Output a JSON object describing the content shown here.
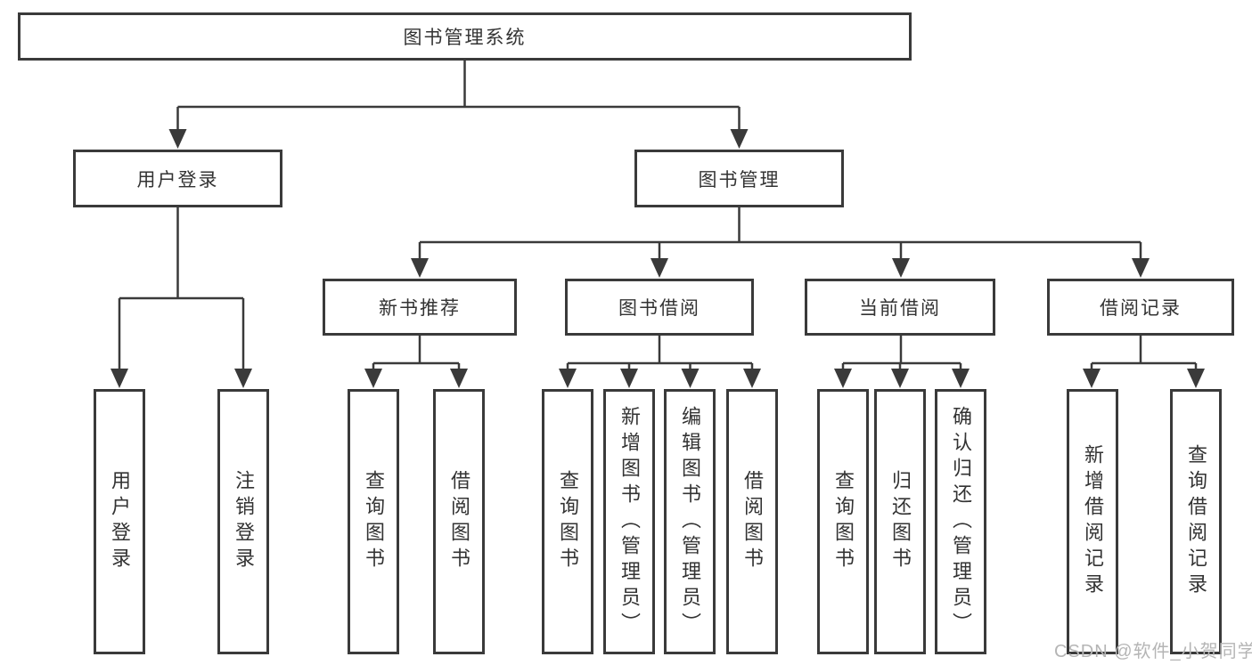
{
  "diagram": {
    "type": "tree",
    "nodes": {
      "root": {
        "label": "图书管理系统"
      },
      "user_login": {
        "label": "用户登录"
      },
      "book_mgmt": {
        "label": "图书管理"
      },
      "new_book_rec": {
        "label": "新书推荐"
      },
      "book_borrow": {
        "label": "图书借阅"
      },
      "current_borrow": {
        "label": "当前借阅"
      },
      "borrow_record": {
        "label": "借阅记录"
      },
      "leaf_login": {
        "label": "用户登录"
      },
      "leaf_logout": {
        "label": "注销登录"
      },
      "rec_query_book": {
        "label": "查询图书"
      },
      "rec_borrow_book": {
        "label": "借阅图书"
      },
      "bor_query_book": {
        "label": "查询图书"
      },
      "bor_add_book": {
        "label": "新增图书（管理员）"
      },
      "bor_edit_book": {
        "label": "编辑图书（管理员）"
      },
      "bor_borrow_book": {
        "label": "借阅图书"
      },
      "cur_query_book": {
        "label": "查询图书"
      },
      "cur_return_book": {
        "label": "归还图书"
      },
      "cur_confirm_return": {
        "label": "确认归还（管理员）"
      },
      "log_add_record": {
        "label": "新增借阅记录"
      },
      "log_query_record": {
        "label": "查询借阅记录"
      }
    },
    "hierarchy": {
      "图书管理系统": [
        "用户登录",
        "图书管理"
      ],
      "用户登录": [
        "用户登录",
        "注销登录"
      ],
      "图书管理": [
        "新书推荐",
        "图书借阅",
        "当前借阅",
        "借阅记录"
      ],
      "新书推荐": [
        "查询图书",
        "借阅图书"
      ],
      "图书借阅": [
        "查询图书",
        "新增图书（管理员）",
        "编辑图书（管理员）",
        "借阅图书"
      ],
      "当前借阅": [
        "查询图书",
        "归还图书",
        "确认归还（管理员）"
      ],
      "借阅记录": [
        "新增借阅记录",
        "查询借阅记录"
      ]
    },
    "line_color": "#3a3a3a",
    "text_color": "#333333",
    "background_color": "#ffffff"
  },
  "watermark": "CSDN @软件_小贺同学"
}
